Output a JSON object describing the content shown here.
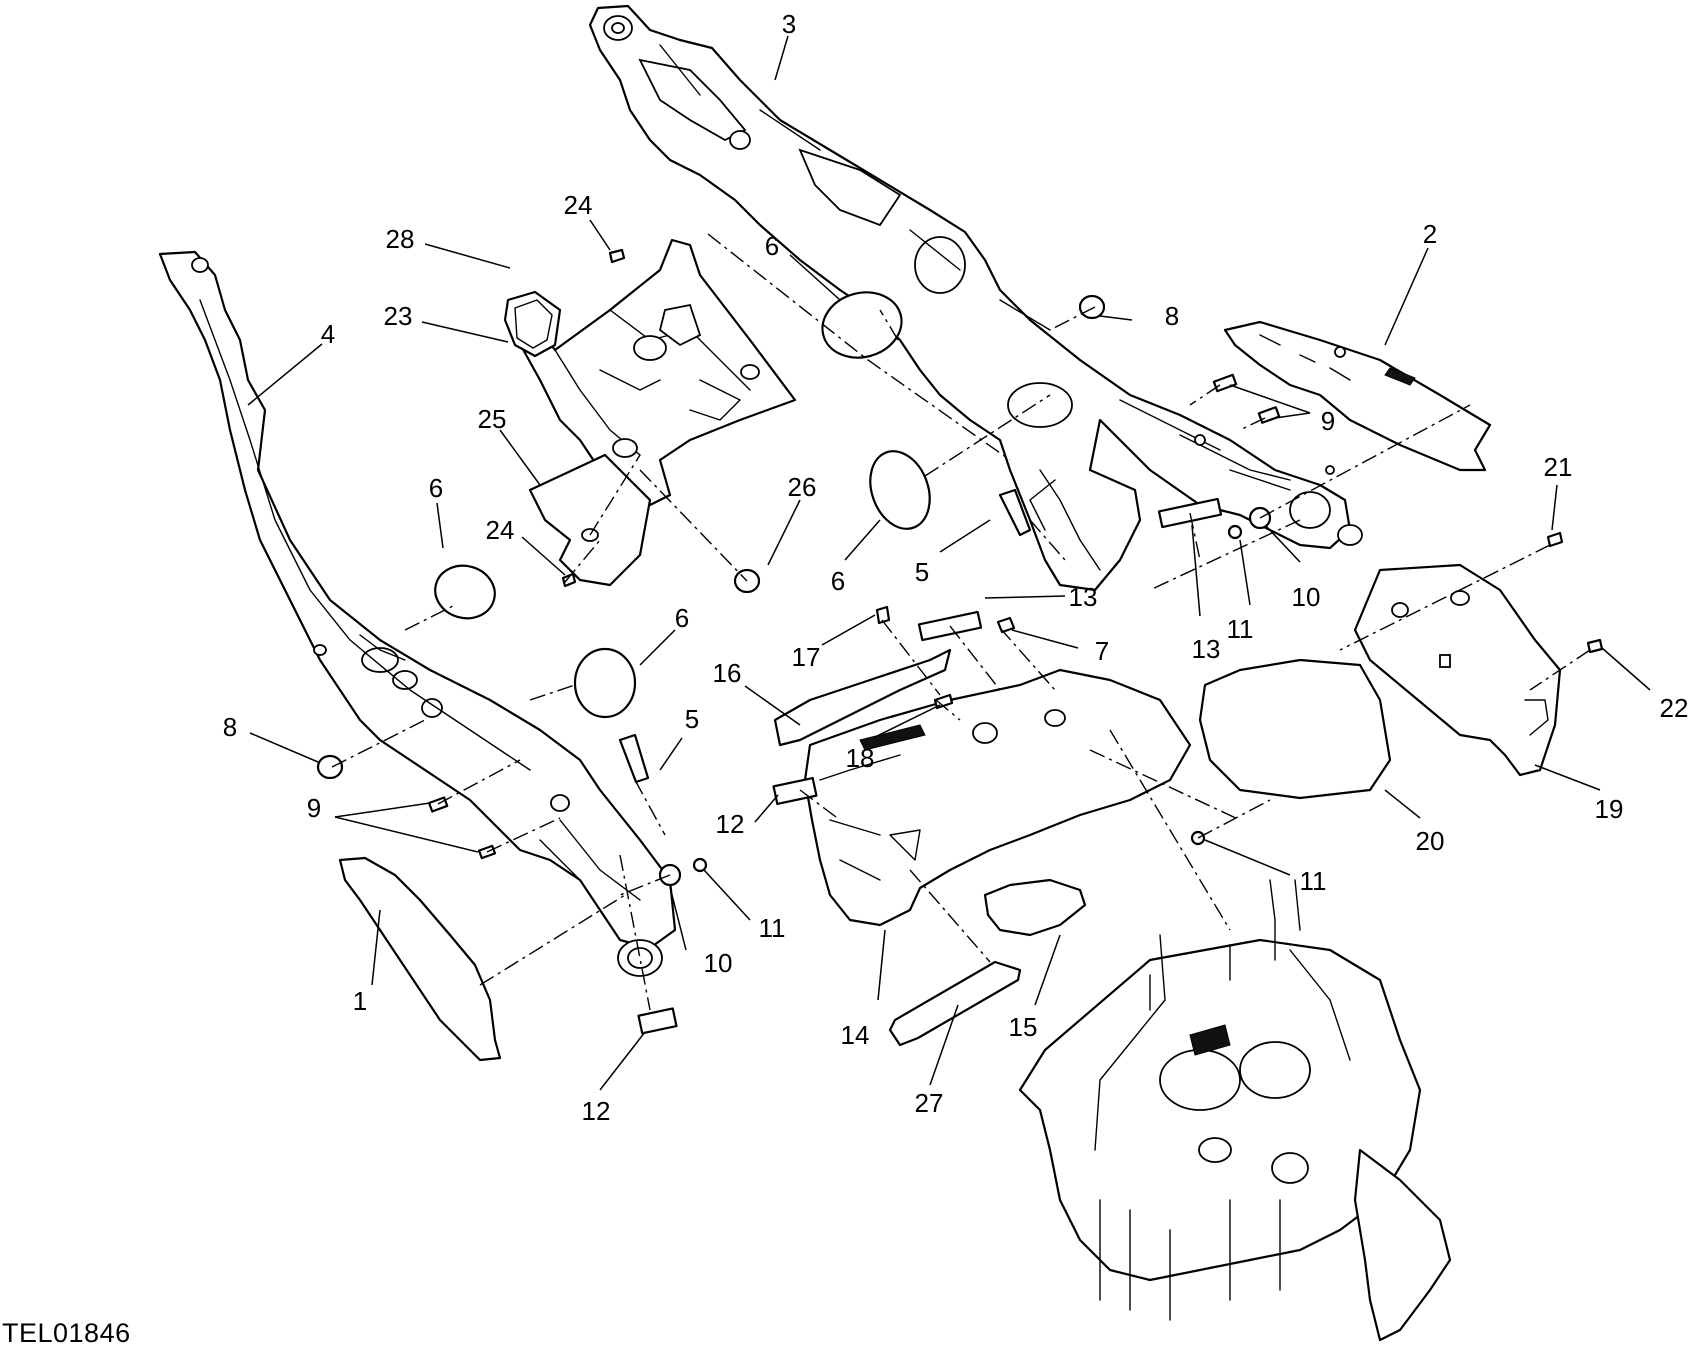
{
  "reference_code": "TEL01846",
  "callouts": [
    {
      "id": "c3",
      "label": "3"
    },
    {
      "id": "c24a",
      "label": "24"
    },
    {
      "id": "c28",
      "label": "28"
    },
    {
      "id": "c6a",
      "label": "6"
    },
    {
      "id": "c2",
      "label": "2"
    },
    {
      "id": "c23",
      "label": "23"
    },
    {
      "id": "c4",
      "label": "4"
    },
    {
      "id": "c8a",
      "label": "8"
    },
    {
      "id": "c25",
      "label": "25"
    },
    {
      "id": "c9a",
      "label": "9"
    },
    {
      "id": "c21",
      "label": "21"
    },
    {
      "id": "c6b",
      "label": "6"
    },
    {
      "id": "c26",
      "label": "26"
    },
    {
      "id": "c24b",
      "label": "24"
    },
    {
      "id": "c5a",
      "label": "5"
    },
    {
      "id": "c6c",
      "label": "6"
    },
    {
      "id": "c13a",
      "label": "13"
    },
    {
      "id": "c10a",
      "label": "10"
    },
    {
      "id": "c11a",
      "label": "11"
    },
    {
      "id": "c13b",
      "label": "13"
    },
    {
      "id": "c7",
      "label": "7"
    },
    {
      "id": "c6d",
      "label": "6"
    },
    {
      "id": "c17",
      "label": "17"
    },
    {
      "id": "c22",
      "label": "22"
    },
    {
      "id": "c16",
      "label": "16"
    },
    {
      "id": "c5b",
      "label": "5"
    },
    {
      "id": "c8b",
      "label": "8"
    },
    {
      "id": "c18",
      "label": "18"
    },
    {
      "id": "c19",
      "label": "19"
    },
    {
      "id": "c12a",
      "label": "12"
    },
    {
      "id": "c9b",
      "label": "9"
    },
    {
      "id": "c20",
      "label": "20"
    },
    {
      "id": "c11b",
      "label": "11"
    },
    {
      "id": "c11c",
      "label": "11"
    },
    {
      "id": "c10b",
      "label": "10"
    },
    {
      "id": "c1",
      "label": "1"
    },
    {
      "id": "c14",
      "label": "14"
    },
    {
      "id": "c15",
      "label": "15"
    },
    {
      "id": "c12b",
      "label": "12"
    },
    {
      "id": "c27",
      "label": "27"
    }
  ]
}
